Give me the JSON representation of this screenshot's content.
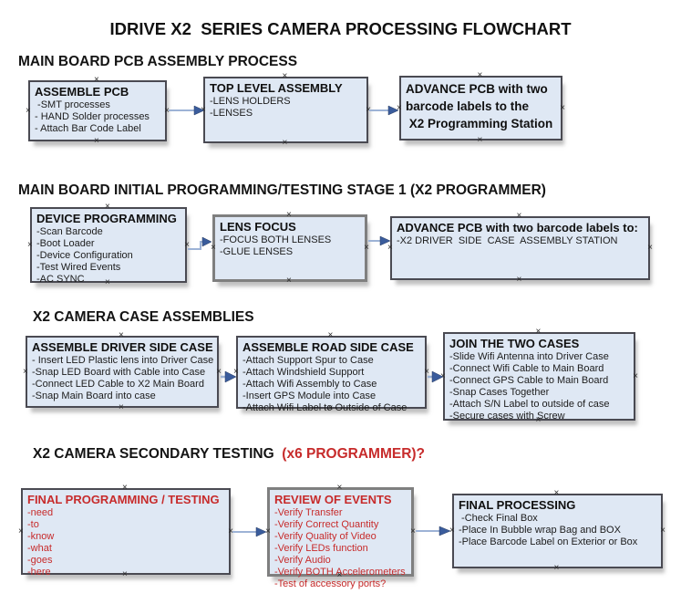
{
  "title": "IDRIVE X2  SERIES CAMERA PROCESSING FLOWCHART",
  "colors": {
    "box_fill": "#dfe8f4",
    "box_border": "#4a4a52",
    "gray_border": "#7f7f7f",
    "red_text": "#c72b2b",
    "arrow_line": "#9db3d6",
    "arrow_head": "#3a5c9c"
  },
  "icons": {
    "connection_marker": "×",
    "arrow": "→"
  },
  "sections": [
    {
      "heading": "MAIN BOARD PCB ASSEMBLY PROCESS",
      "heading_red": "",
      "boxes": [
        {
          "title_lines": [
            "ASSEMBLE PCB"
          ],
          "lines": [
            " -SMT processes",
            "- HAND Solder processes",
            "- Attach Bar Code Label"
          ]
        },
        {
          "title_lines": [
            "TOP LEVEL ASSEMBLY"
          ],
          "lines": [
            "-LENS HOLDERS",
            "-LENSES"
          ]
        },
        {
          "title_lines": [
            "ADVANCE PCB with two",
            "barcode labels to the",
            " X2 Programming Station"
          ],
          "lines": []
        }
      ]
    },
    {
      "heading": "MAIN BOARD INITIAL PROGRAMMING/TESTING STAGE 1 (X2 PROGRAMMER)",
      "heading_red": "",
      "boxes": [
        {
          "title_lines": [
            "DEVICE PROGRAMMING"
          ],
          "lines": [
            "-Scan Barcode",
            "-Boot Loader",
            "-Device Configuration",
            "-Test Wired Events",
            "-AC SYNC"
          ]
        },
        {
          "title_lines": [
            "LENS FOCUS"
          ],
          "lines": [
            "-FOCUS BOTH LENSES",
            "-GLUE LENSES"
          ]
        },
        {
          "title_lines": [
            "ADVANCE PCB with two barcode labels to:"
          ],
          "lines": [
            "-X2 DRIVER  SIDE  CASE  ASSEMBLY STATION"
          ]
        }
      ]
    },
    {
      "heading": "X2 CAMERA CASE ASSEMBLIES",
      "heading_red": "",
      "boxes": [
        {
          "title_lines": [
            "ASSEMBLE DRIVER SIDE CASE"
          ],
          "lines": [
            "- Insert LED Plastic lens into Driver Case",
            "-Snap LED Board with Cable into Case",
            "-Connect LED Cable to X2 Main Board",
            "-Snap Main Board into case"
          ]
        },
        {
          "title_lines": [
            "ASSEMBLE ROAD SIDE CASE"
          ],
          "lines": [
            "-Attach Support Spur to Case",
            "-Attach Windshield Support",
            "-Attach Wifi Assembly to Case",
            "-Insert GPS Module into Case",
            "-Attach Wifi Label to Outside of Case"
          ]
        },
        {
          "title_lines": [
            "JOIN THE TWO CASES"
          ],
          "lines": [
            "-Slide Wifi Antenna into Driver Case",
            "-Connect Wifi Cable to Main Board",
            "-Connect GPS Cable to Main Board",
            "-Snap Cases Together",
            "-Attach S/N Label to outside of case",
            "-Secure cases with Screw"
          ]
        }
      ]
    },
    {
      "heading": "X2 CAMERA SECONDARY TESTING  ",
      "heading_red": "(x6 PROGRAMMER)?",
      "boxes": [
        {
          "title_lines": [
            "FINAL PROGRAMMING / TESTING"
          ],
          "lines": [
            "-need",
            "-to",
            "-know",
            "-what",
            "-goes",
            "-here"
          ]
        },
        {
          "title_lines": [
            "REVIEW OF EVENTS"
          ],
          "lines": [
            "-Verify Transfer",
            "-Verify Correct Quantity",
            "-Verify Quality of Video",
            "-Verify LEDs function",
            "-Verify Audio",
            "-Verify BOTH Accelerometers",
            "-Test of accessory ports?"
          ]
        },
        {
          "title_lines": [
            "FINAL PROCESSING"
          ],
          "lines": [
            " -Check Final Box",
            "-Place In Bubble wrap Bag and BOX",
            "-Place Barcode Label on Exterior or Box"
          ]
        }
      ]
    }
  ]
}
